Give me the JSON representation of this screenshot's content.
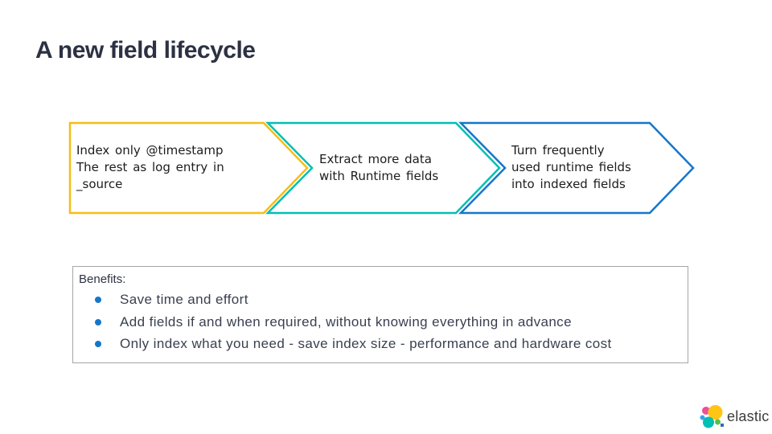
{
  "title": "A new field lifecycle",
  "flow": {
    "steps": [
      {
        "name": "index-only-timestamp",
        "color": "#F5BD16",
        "lines": [
          "Index only @timestamp",
          "The rest as log entry in",
          "_source"
        ]
      },
      {
        "name": "extract-with-runtime-fields",
        "color": "#00BFB3",
        "lines": [
          "Extract more data",
          "with Runtime fields"
        ]
      },
      {
        "name": "turn-runtime-into-indexed",
        "color": "#1577CB",
        "lines": [
          "Turn frequently",
          "used runtime fields",
          "into indexed fields"
        ]
      }
    ]
  },
  "benefits": {
    "heading": "Benefits:",
    "bullet_color": "#1577CB",
    "items": [
      "Save time and effort",
      "Add fields if and when required, without knowing everything in advance",
      "Only index what you need - save index size - performance and hardware cost"
    ]
  },
  "logo": {
    "wordmark": "elastic",
    "colors": {
      "yellow": "#FEC514",
      "teal": "#00BFB3",
      "pink": "#F04E98",
      "light_blue": "#36A2EF",
      "green": "#5CBE4B",
      "dark_blue": "#2F6DB8",
      "text": "#3C3C3B"
    }
  }
}
